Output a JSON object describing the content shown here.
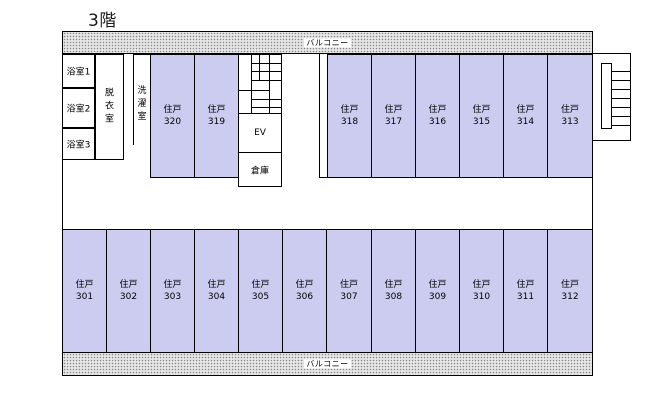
{
  "floor": {
    "title": "3階"
  },
  "balcony": {
    "top_label": "バルコニー",
    "bottom_label": "バルコニー"
  },
  "rooms": {
    "bath1": "浴室1",
    "bath2": "浴室2",
    "bath3": "浴室3",
    "dressing": [
      "脱",
      "衣",
      "室"
    ],
    "laundry": [
      "洗",
      "濯",
      "室"
    ],
    "ev": "EV",
    "storage": "倉庫"
  },
  "units_top_left": [
    {
      "type": "住戸",
      "no": "320"
    },
    {
      "type": "住戸",
      "no": "319"
    }
  ],
  "units_top_right": [
    {
      "type": "住戸",
      "no": "318"
    },
    {
      "type": "住戸",
      "no": "317"
    },
    {
      "type": "住戸",
      "no": "316"
    },
    {
      "type": "住戸",
      "no": "315"
    },
    {
      "type": "住戸",
      "no": "314"
    },
    {
      "type": "住戸",
      "no": "313"
    }
  ],
  "units_bottom": [
    {
      "type": "住戸",
      "no": "301"
    },
    {
      "type": "住戸",
      "no": "302"
    },
    {
      "type": "住戸",
      "no": "303"
    },
    {
      "type": "住戸",
      "no": "304"
    },
    {
      "type": "住戸",
      "no": "305"
    },
    {
      "type": "住戸",
      "no": "306"
    },
    {
      "type": "住戸",
      "no": "307"
    },
    {
      "type": "住戸",
      "no": "308"
    },
    {
      "type": "住戸",
      "no": "309"
    },
    {
      "type": "住戸",
      "no": "310"
    },
    {
      "type": "住戸",
      "no": "311"
    },
    {
      "type": "住戸",
      "no": "312"
    }
  ],
  "colors": {
    "unit_fill": "#ccccf0",
    "balcony_fill": "#e6e6e6",
    "line": "#000000"
  }
}
